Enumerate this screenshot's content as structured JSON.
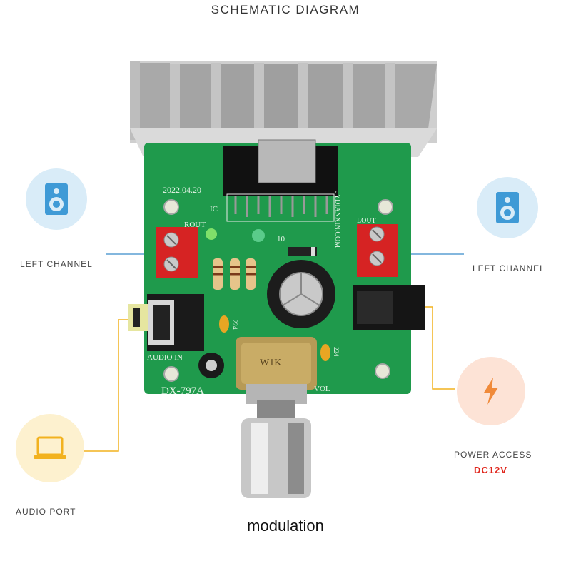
{
  "title": "SCHEMATIC DIAGRAM",
  "callouts": {
    "left_channel_left": "LEFT CHANNEL",
    "left_channel_right": "LEFT CHANNEL",
    "audio_port": "AUDIO PORT",
    "power_access": "POWER ACCESS",
    "power_spec": "DC12V"
  },
  "caption": "modulation",
  "board_markings": {
    "date": "2022.04.20",
    "ic": "IC",
    "rout": "ROUT",
    "lout": "LOUT",
    "brand": "JYDIANXIN.COM",
    "audio_in": "AUDIO IN",
    "model": "DX-797A",
    "vol": "VOL",
    "cap1": "224",
    "cap2": "224",
    "num10": "10",
    "pot_mark": "W1K"
  },
  "icons": {
    "speaker_left": "speaker-icon",
    "speaker_right": "speaker-icon",
    "laptop": "laptop-icon",
    "power": "lightning-icon"
  },
  "colors": {
    "blue_circle": "#d9ecf8",
    "blue_icon": "#3f9ad6",
    "yellow_circle": "#fdf1cf",
    "yellow_icon": "#f2b21f",
    "orange_circle": "#fde3d6",
    "orange_icon": "#f08a3a",
    "pcb_green": "#1f9a4c",
    "red_text": "#e0251b"
  }
}
